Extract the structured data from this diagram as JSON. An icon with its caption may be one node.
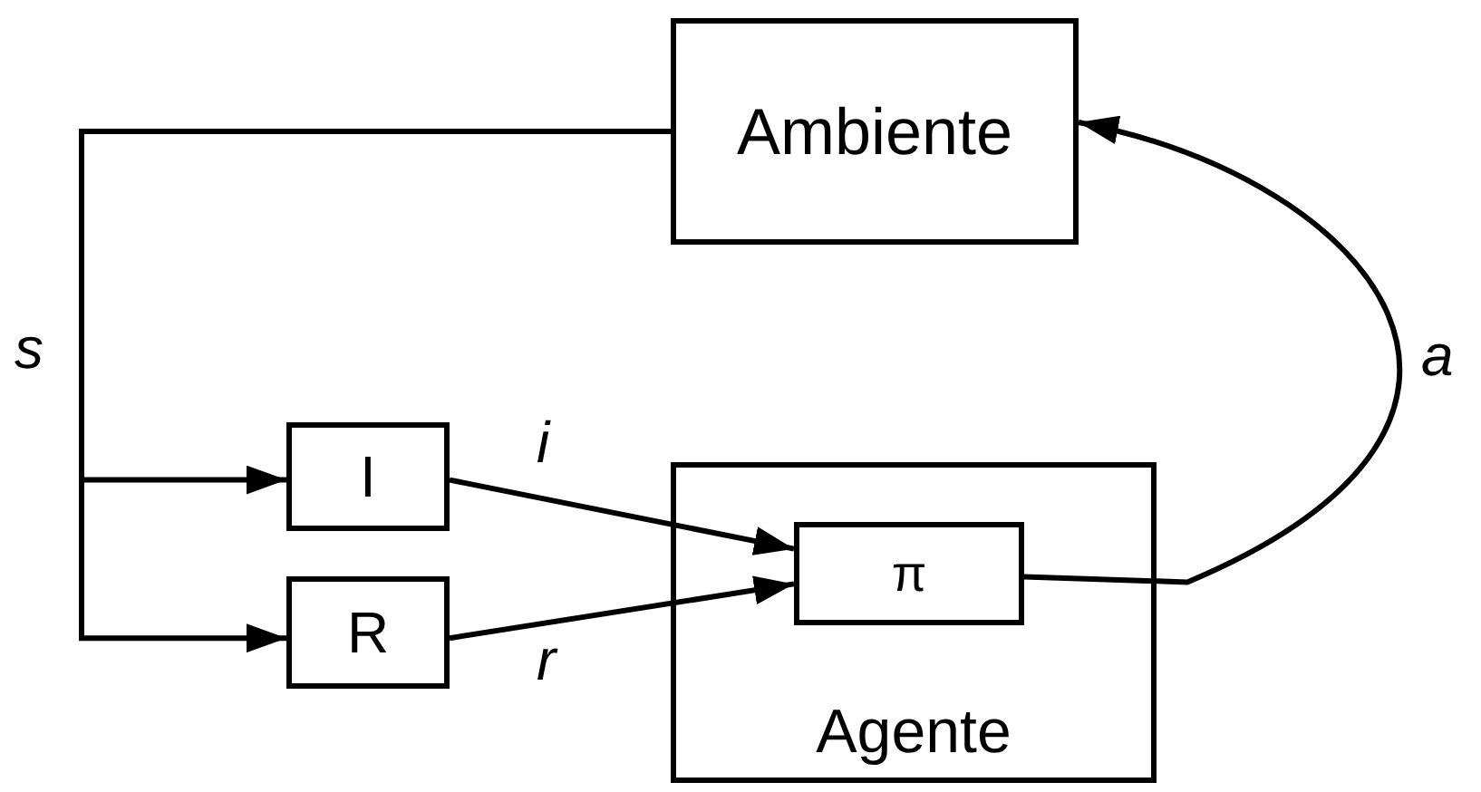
{
  "diagram": {
    "nodes": [
      {
        "text": [
          "Ambiente"
        ]
      },
      {
        "text": [
          "I"
        ]
      },
      {
        "text": [
          "R"
        ]
      },
      {
        "text": [
          "Agente"
        ]
      },
      {
        "text": [
          "π"
        ],
        "in": 3
      }
    ],
    "edges": [
      {
        "from": 0,
        "to": 1,
        "arrow": "to",
        "label": "s"
      },
      {
        "from": 0,
        "to": 2,
        "arrow": "to"
      },
      {
        "from": 1,
        "to": 4,
        "arrow": "to",
        "label": "i"
      },
      {
        "from": 2,
        "to": 4,
        "arrow": "to",
        "label": "r"
      },
      {
        "from": 4,
        "to": 0,
        "arrow": "to",
        "label": "a"
      }
    ]
  }
}
